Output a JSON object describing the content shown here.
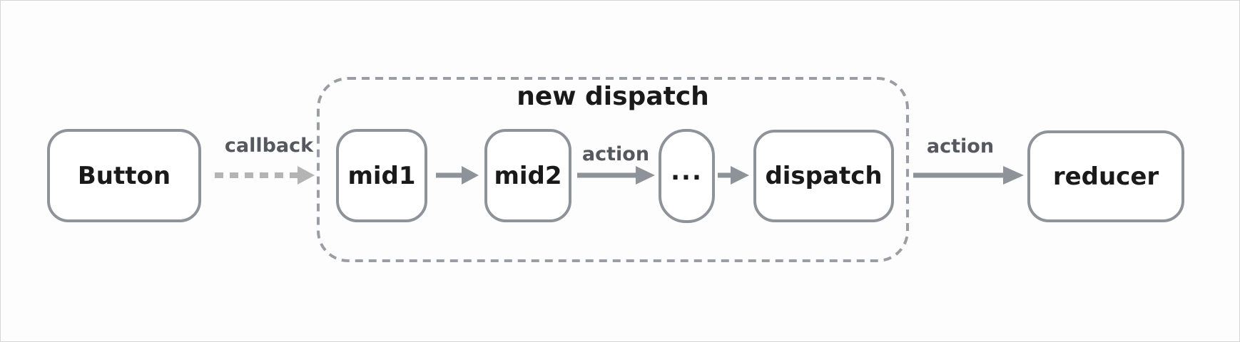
{
  "colors": {
    "bg": "#fdfdfd",
    "frame_border": "#d4d4d4",
    "box_border": "#8e9299",
    "box_fill": "#ffffff",
    "box_text": "#1a1a1a",
    "label_text": "#55585e",
    "arrow_solid": "#8e9299",
    "arrow_dashed": "#b4b4b4",
    "group_border": "#9a9ea4"
  },
  "group": {
    "label": "new dispatch"
  },
  "nodes": {
    "button": {
      "label": "Button"
    },
    "mid1": {
      "label": "mid1"
    },
    "mid2": {
      "label": "mid2"
    },
    "ellipsis": {
      "label": "..."
    },
    "dispatch": {
      "label": "dispatch"
    },
    "reducer": {
      "label": "reducer"
    }
  },
  "edges": {
    "callback": {
      "label": "callback",
      "style": "dashed"
    },
    "action1": {
      "label": "action",
      "style": "solid"
    },
    "action2": {
      "label": "action",
      "style": "solid"
    }
  }
}
